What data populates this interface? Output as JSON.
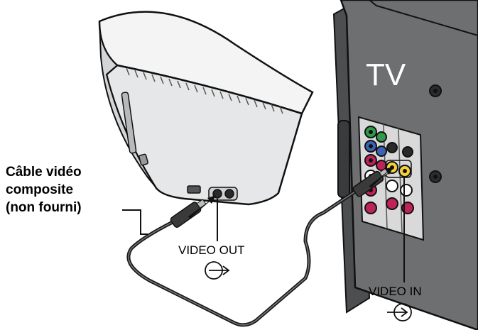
{
  "cable_label": {
    "line1": "Câble vidéo",
    "line2": "composite",
    "line3": "(non fourni)"
  },
  "tv_label": "TV",
  "video_out_label": "VIDEO OUT",
  "video_in_label": "VIDEO IN",
  "icons": {
    "video_out_symbol": "arrow-out-circle-icon",
    "video_in_symbol": "arrow-in-circle-icon"
  },
  "colors": {
    "tv_body": "#6e6f71",
    "speaker_body": "#e6e7e8",
    "cable": "#1a1a1a",
    "jack_yellow": "#f3d23a",
    "jack_red": "#c0225a",
    "jack_green": "#2f9a4a",
    "jack_blue": "#3a63b5"
  }
}
